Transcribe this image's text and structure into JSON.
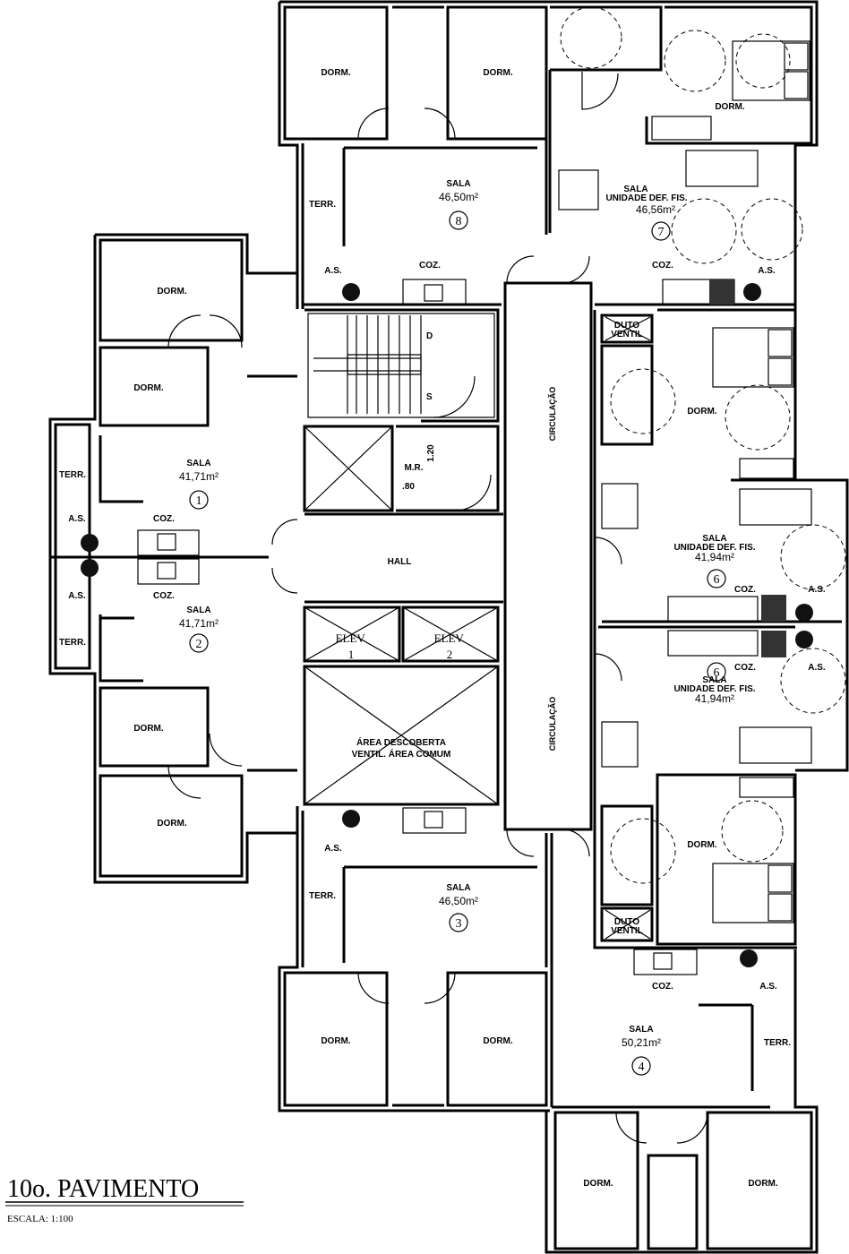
{
  "plan": {
    "title": "10o. PAVIMENTO",
    "scale": "ESCALA: 1:100"
  },
  "labels": {
    "dorm": "DORM.",
    "sala": "SALA",
    "terr": "TERR.",
    "as": "A.S.",
    "coz": "COZ.",
    "hall": "HALL",
    "circulacao": "CIRCULAÇÃO",
    "unidade_def": "UNIDADE DEF. FIS.",
    "duto": "DUTO",
    "ventil": "VENTIL",
    "mr": "M.R.",
    "dim_120": "1.20",
    "dim_80": ".80",
    "stair_d": "D",
    "stair_s": "S",
    "elev": "ELEV.",
    "elev_1": "1",
    "elev_2": "2",
    "area_desc_1": "ÁREA DESCOBERTA",
    "area_desc_2": "VENTIL. ÁREA COMUM"
  },
  "units": [
    {
      "number": "1",
      "area": "41,71m²"
    },
    {
      "number": "2",
      "area": "41,71m²"
    },
    {
      "number": "3",
      "area": "46,50m²"
    },
    {
      "number": "4",
      "area": "50,21m²"
    },
    {
      "number": "6",
      "area": "41,94m²"
    },
    {
      "number": "6",
      "area": "41,94m²"
    },
    {
      "number": "7",
      "area": "46,56m²"
    },
    {
      "number": "8",
      "area": "46,50m²"
    }
  ]
}
